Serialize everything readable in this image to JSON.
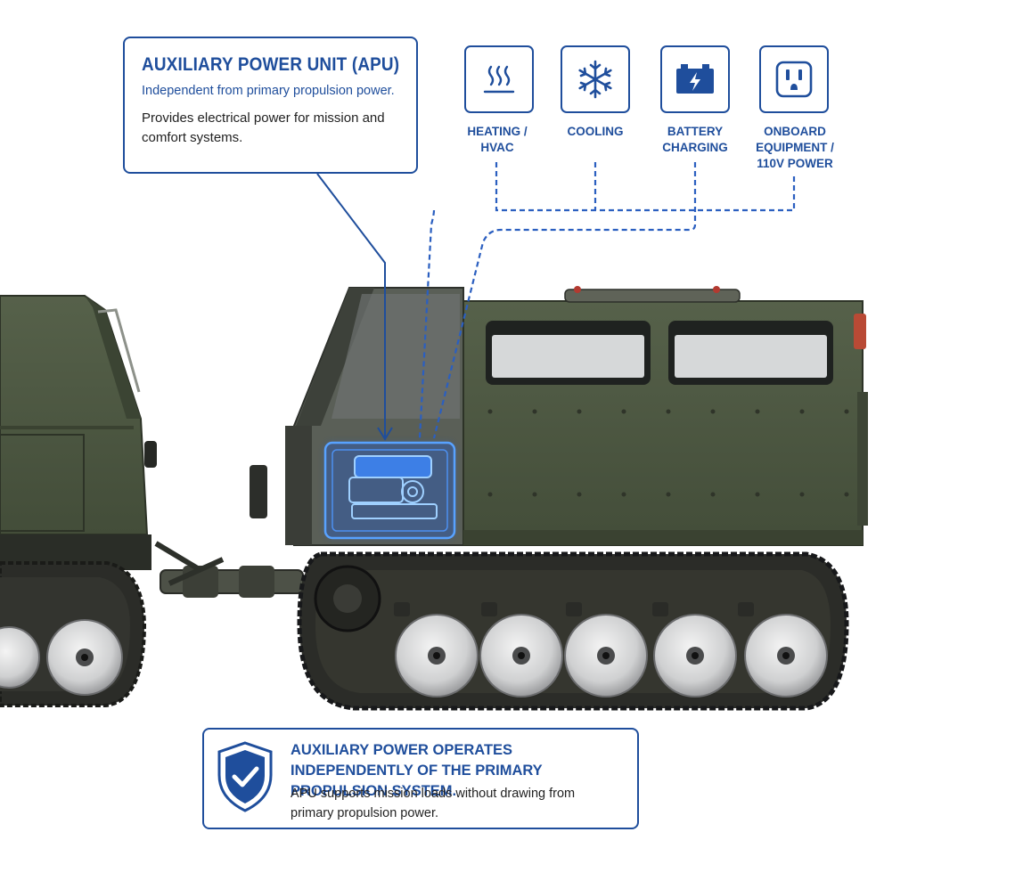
{
  "apu_callout": {
    "title": "AUXILIARY POWER UNIT (APU)",
    "subtitle": "Independent from primary propulsion power.",
    "description": "Provides electrical power for mission and comfort systems."
  },
  "loads": [
    {
      "id": "heating",
      "label": "HEATING /\nHVAC",
      "icon": "heat-waves-icon"
    },
    {
      "id": "cooling",
      "label": "COOLING",
      "icon": "snowflake-icon"
    },
    {
      "id": "battery",
      "label": "BATTERY\nCHARGING",
      "icon": "battery-icon"
    },
    {
      "id": "onboard",
      "label": "ONBOARD\nEQUIPMENT /\n110V POWER",
      "icon": "power-outlet-icon"
    }
  ],
  "note": {
    "heading": "AUXILIARY POWER OPERATES INDEPENDENTLY OF THE PRIMARY PROPULSION SYSTEM.",
    "body": "APU supports mission loads without drawing from primary propulsion power.",
    "icon": "shield-check-icon"
  },
  "colors": {
    "accent": "#1f4e9c",
    "highlight": "#2f7bff",
    "vehicle_green": "#4b5741",
    "track": "#2b2c28",
    "wheel": "#d9dadb"
  }
}
